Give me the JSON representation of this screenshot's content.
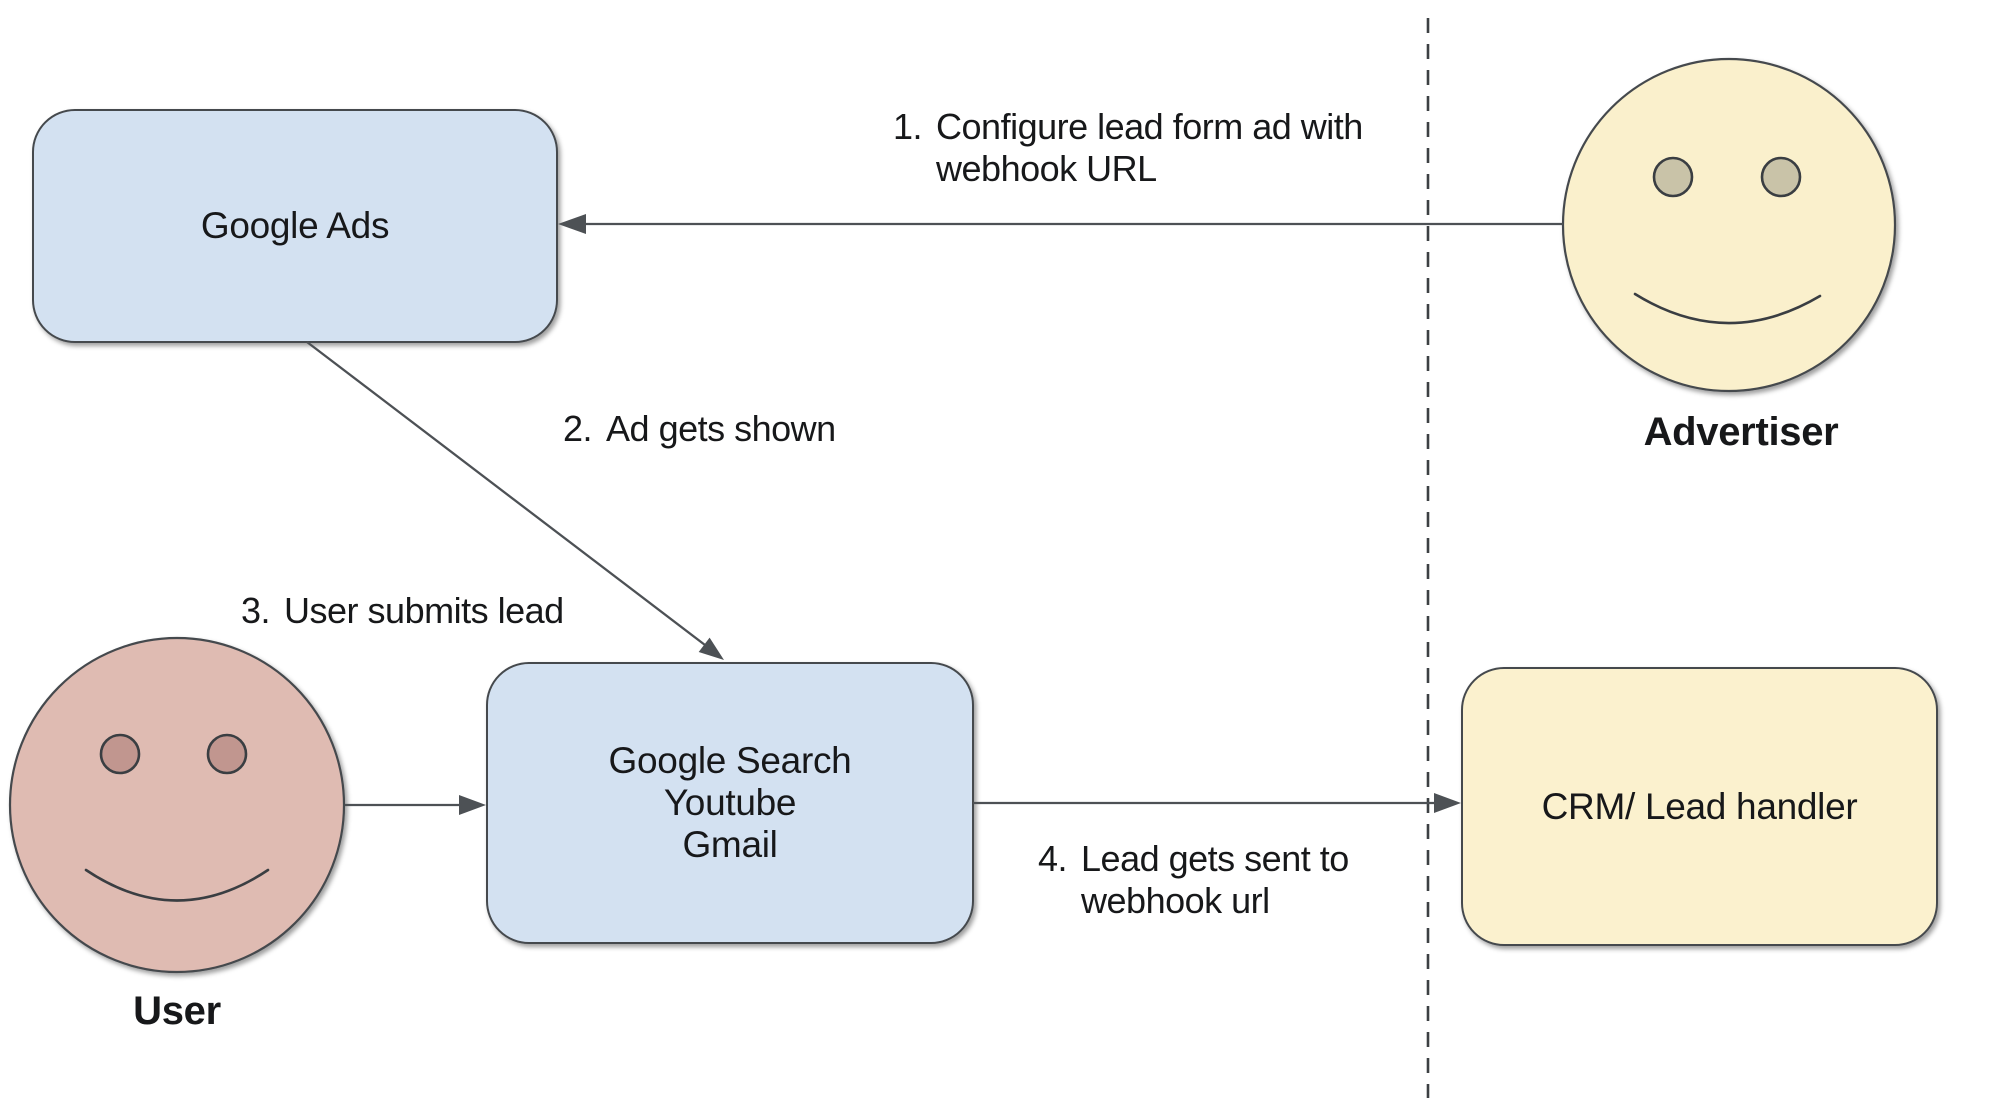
{
  "diagram": {
    "background": "#ffffff",
    "colors": {
      "box_blue_fill": "#d3e1f1",
      "box_yellow_fill": "#fbf1ce",
      "advertiser_face_fill": "#faf0cc",
      "advertiser_eye_fill": "#c9c3a8",
      "user_face_fill": "#dfbbb2",
      "user_eye_fill": "#c1968f",
      "stroke": "#45494d",
      "arrow": "#4d5155",
      "dashed_divider": "#3c4043",
      "text": "#17181a"
    },
    "nodes": {
      "google_ads": {
        "label": "Google Ads",
        "fill": "#d3e1f1"
      },
      "google_surfaces": {
        "lines": [
          "Google Search",
          "Youtube",
          "Gmail"
        ],
        "fill": "#d3e1f1"
      },
      "crm": {
        "label": "CRM/ Lead handler",
        "fill": "#fbf1ce"
      }
    },
    "actors": {
      "advertiser": {
        "label": "Advertiser",
        "fill": "#faf0cc",
        "eye_fill": "#c9c3a8"
      },
      "user": {
        "label": "User",
        "fill": "#dfbbb2",
        "eye_fill": "#c1968f"
      }
    },
    "steps": [
      {
        "num": "1.",
        "lines": [
          "Configure lead form ad with",
          "webhook URL"
        ]
      },
      {
        "num": "2.",
        "lines": [
          "Ad gets shown"
        ]
      },
      {
        "num": "3.",
        "lines": [
          "User submits lead"
        ]
      },
      {
        "num": "4.",
        "lines": [
          "Lead gets sent to",
          "webhook url"
        ]
      }
    ]
  }
}
